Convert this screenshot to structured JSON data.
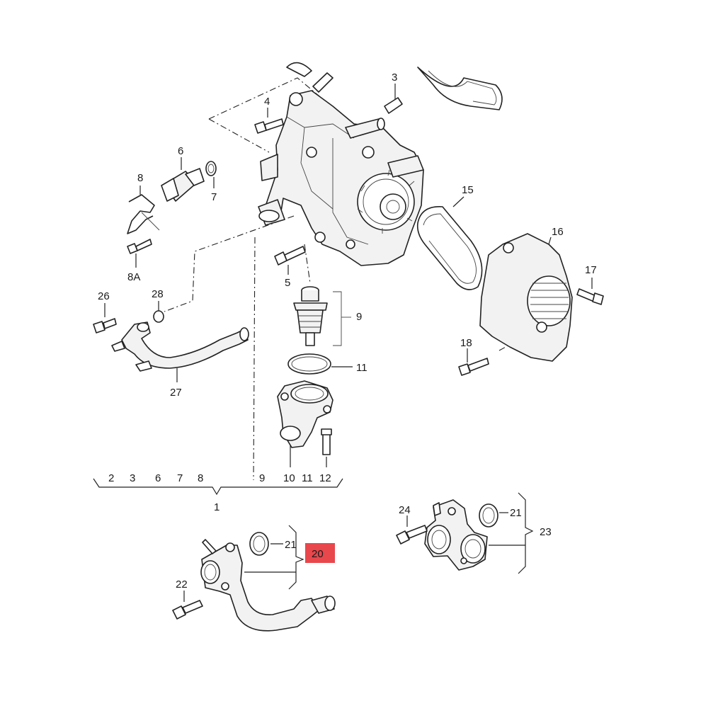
{
  "labels": {
    "l1": "1",
    "l2": "2",
    "l3": "3",
    "l3b": "3",
    "l4": "4",
    "l5": "5",
    "l6": "6",
    "l6b": "6",
    "l7": "7",
    "l7b": "7",
    "l8": "8",
    "l8b": "8",
    "l8a": "8A",
    "l9": "9",
    "l9b": "9",
    "l10": "10",
    "l11": "11",
    "l11b": "11",
    "l12": "12",
    "l15": "15",
    "l16": "16",
    "l17": "17",
    "l18": "18",
    "l20": "20",
    "l21": "21",
    "l21b": "21",
    "l22": "22",
    "l23": "23",
    "l24": "24",
    "l26": "26",
    "l27": "27",
    "l28": "28"
  },
  "highlight": {
    "color": "#e8474c"
  },
  "colors": {
    "line": "#222222",
    "fill": "#f2f2f2"
  }
}
